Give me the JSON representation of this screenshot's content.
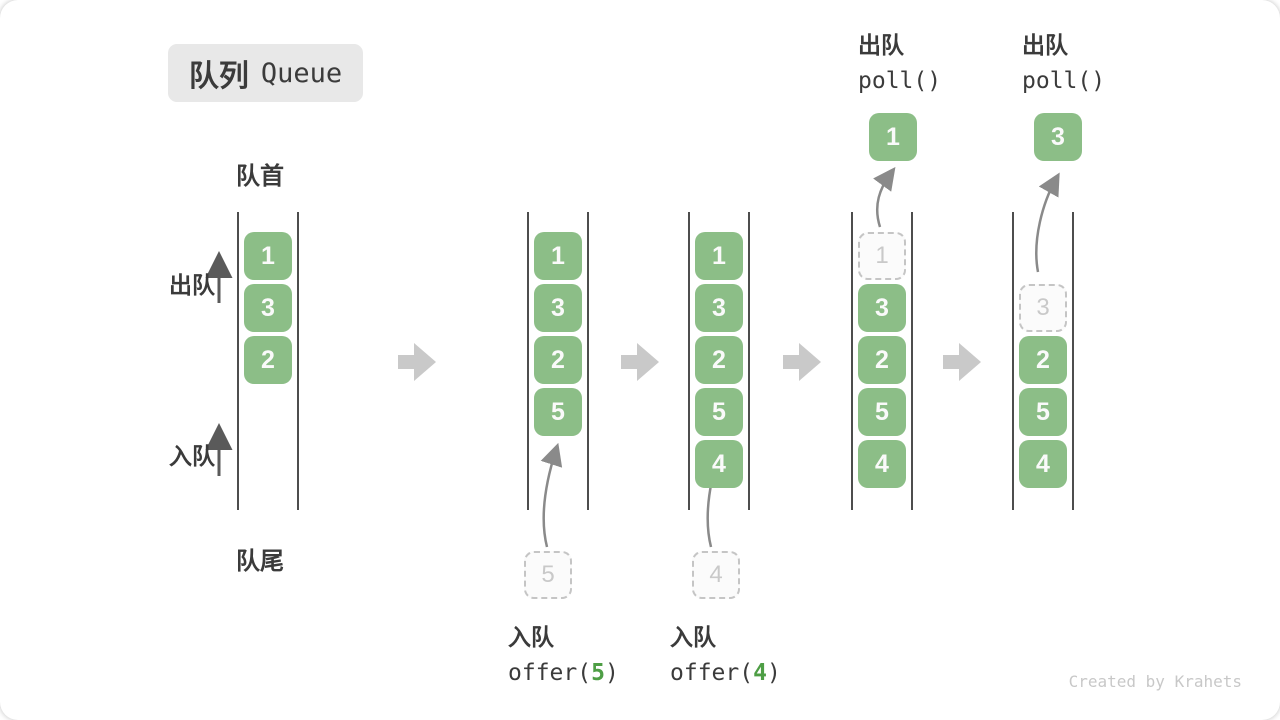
{
  "title_badge": {
    "zh": "队列",
    "en": "Queue"
  },
  "side_labels": {
    "front": "队首",
    "rear": "队尾",
    "dequeue": "出队",
    "enqueue": "入队"
  },
  "queue_states": [
    {
      "boxes": [
        "1",
        "3",
        "2"
      ]
    },
    {
      "boxes": [
        "1",
        "3",
        "2",
        "5"
      ],
      "incoming": "5"
    },
    {
      "boxes": [
        "1",
        "3",
        "2",
        "5",
        "4"
      ],
      "incoming": "4"
    },
    {
      "boxes": [
        "3",
        "2",
        "5",
        "4"
      ],
      "removed": "1",
      "popped": "1"
    },
    {
      "boxes": [
        "2",
        "5",
        "4"
      ],
      "removed": "3",
      "popped": "3"
    }
  ],
  "operations": {
    "enqueue": [
      {
        "label": "入队",
        "fn_open": "offer(",
        "arg": "5",
        "fn_close": ")"
      },
      {
        "label": "入队",
        "fn_open": "offer(",
        "arg": "4",
        "fn_close": ")"
      }
    ],
    "dequeue": [
      {
        "label": "出队",
        "fn": "poll()"
      },
      {
        "label": "出队",
        "fn": "poll()"
      }
    ]
  },
  "watermark": "Created by Krahets",
  "colors": {
    "box_green": "#8cbe87",
    "code_green": "#4e9e45",
    "block_arrow_gray": "#c9c9c9",
    "wall_line": "#4d4d4d",
    "dashed_gray": "#c5c5c5",
    "badge_bg": "#e8e8e8",
    "text_dark": "#3b3b3b"
  }
}
